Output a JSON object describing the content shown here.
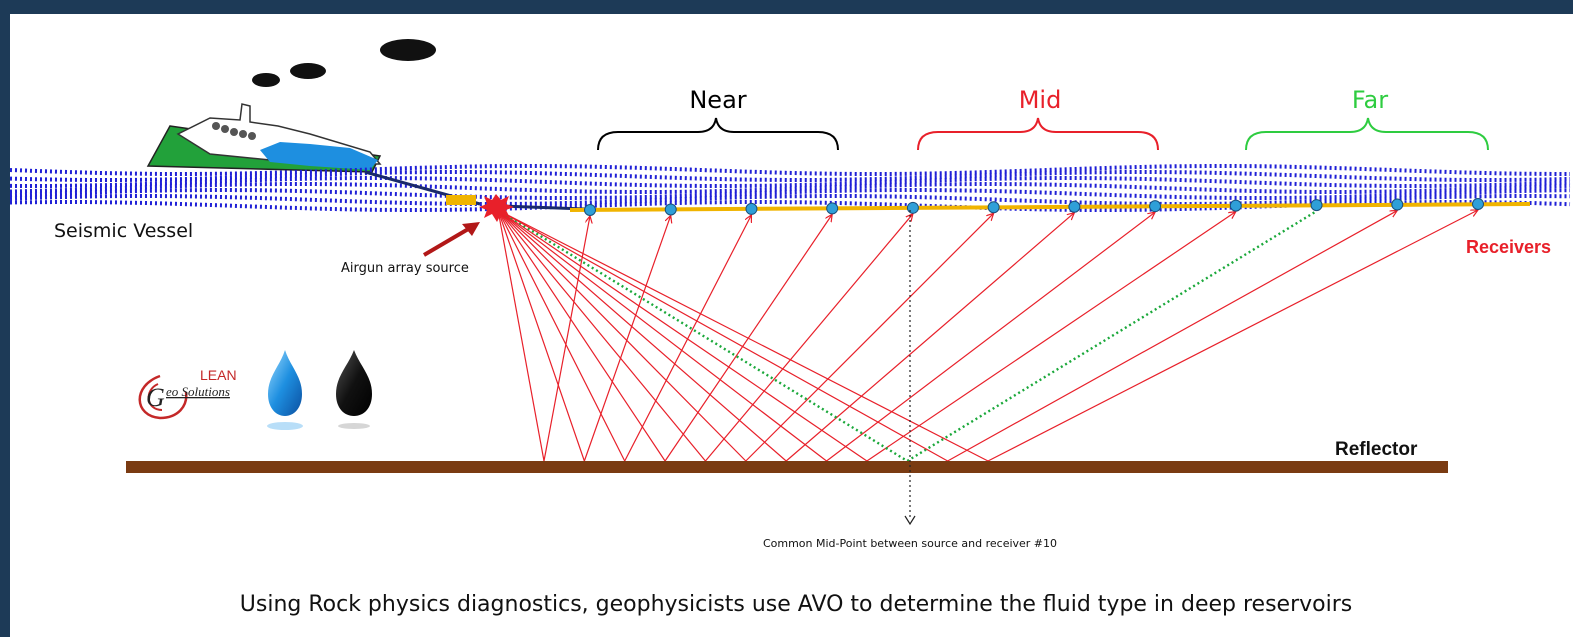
{
  "labels": {
    "vessel": "Seismic Vessel",
    "source": "Airgun array source",
    "receivers": "Receivers",
    "reflector": "Reflector",
    "cmp": "Common Mid-Point between source and receiver #10",
    "caption": "Using Rock physics diagnostics, geophysicists use AVO to determine the fluid type in deep reservoirs"
  },
  "offset_groups": [
    {
      "label": "Near",
      "color": "#000000"
    },
    {
      "label": "Mid",
      "color": "#e8202a"
    },
    {
      "label": "Far",
      "color": "#2ecc40"
    }
  ],
  "logo": {
    "line1": "LEAN",
    "line2_prefix": "G",
    "line2": "eo Solutions"
  },
  "receiver_count": 12,
  "highlighted_receiver": 10,
  "colors": {
    "background": "#1d3a57",
    "water": "#1f1fd6",
    "streamer": "#f0b400",
    "ray": "#e8202a",
    "reflector": "#7a3b12",
    "receiver": "#2f9fd8",
    "highlight_ray": "#1aa83a",
    "hull": "#22a13a",
    "water_drop": "#1e8fe0",
    "oil_drop": "#111111"
  }
}
